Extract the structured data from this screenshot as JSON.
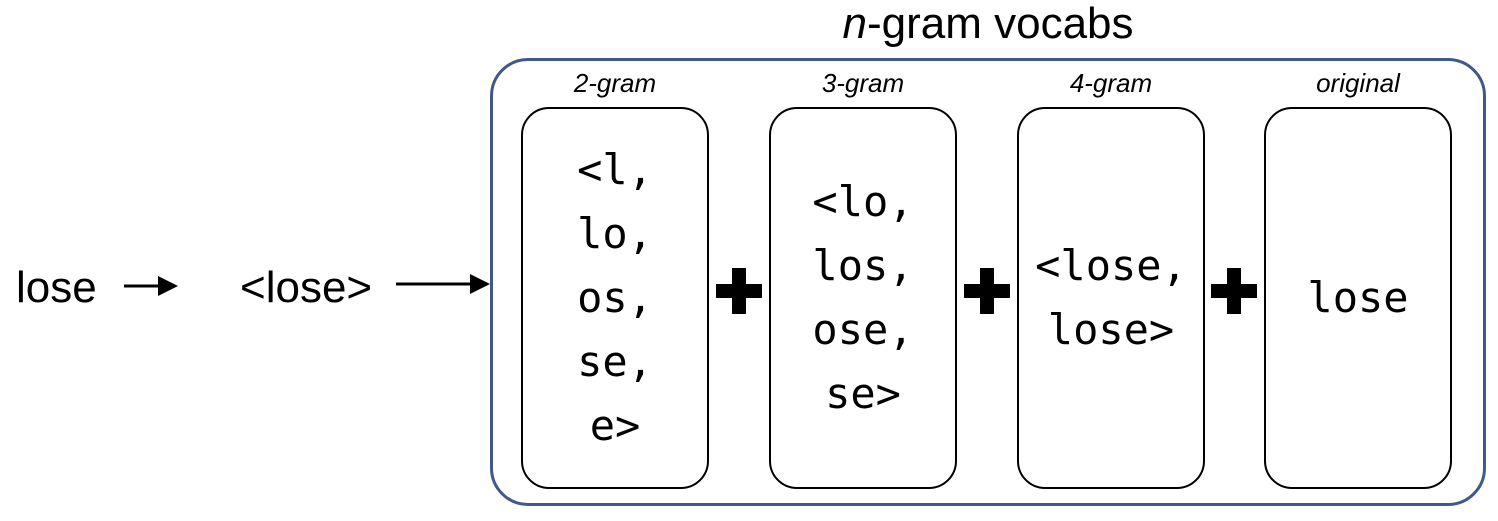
{
  "input_word": "lose",
  "bounded_word": "<lose>",
  "title_italic": "n",
  "title_rest": "-gram vocabs",
  "vocabs": [
    {
      "label": "2-gram",
      "tokens": [
        "<l,",
        "lo,",
        "os,",
        "se,",
        "e>"
      ]
    },
    {
      "label": "3-gram",
      "tokens": [
        "<lo,",
        "los,",
        "ose,",
        "se>"
      ]
    },
    {
      "label": "4-gram",
      "tokens": [
        "<lose,",
        "lose>"
      ]
    },
    {
      "label": "original",
      "tokens": [
        "lose"
      ]
    }
  ]
}
